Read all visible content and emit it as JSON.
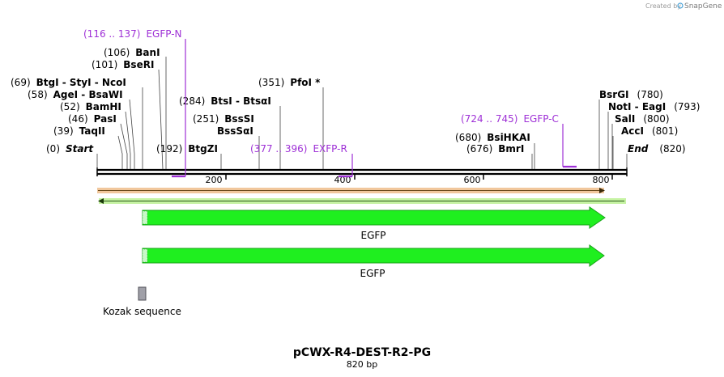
{
  "header": {
    "created_by": "Created by",
    "app_name": "SnapGene"
  },
  "plasmid": {
    "name": "pCWX-R4-DEST-R2-PG",
    "length_label": "820 bp"
  },
  "enzymes": [
    {
      "pos": "(0)",
      "name": "Start",
      "italic": true
    },
    {
      "pos": "(39)",
      "name": "TaqII"
    },
    {
      "pos": "(46)",
      "name": "PasI"
    },
    {
      "pos": "(52)",
      "name": "BamHI"
    },
    {
      "pos": "(58)",
      "name": "AgeI  - BsaWI"
    },
    {
      "pos": "(69)",
      "name": "BtgI  - StyI  - NcoI"
    },
    {
      "pos": "(101)",
      "name": "BseRI"
    },
    {
      "pos": "(106)",
      "name": "BanI"
    },
    {
      "pos": "(192)",
      "name": "BtgZI"
    },
    {
      "pos": "(251)",
      "name": "BssSI"
    },
    {
      "pos": "",
      "name": "BssSαI"
    },
    {
      "pos": "(284)",
      "name": "BtsI  - BtsαI"
    },
    {
      "pos": "(351)",
      "name": "PfoI *"
    },
    {
      "pos": "(676)",
      "name": "BmrI"
    },
    {
      "pos": "(680)",
      "name": "BsiHKAI"
    },
    {
      "pos": "(780)",
      "name": "BsrGI"
    },
    {
      "pos": "(793)",
      "name": "NotI  - EagI"
    },
    {
      "pos": "(800)",
      "name": "SalI"
    },
    {
      "pos": "(801)",
      "name": "AccI"
    },
    {
      "pos": "(820)",
      "name": "End",
      "italic": true
    }
  ],
  "primers": [
    {
      "range": "(116 .. 137)",
      "name": "EGFP-N"
    },
    {
      "range": "(377 .. 396)",
      "name": "EXFP-R"
    },
    {
      "range": "(724 .. 745)",
      "name": "EGFP-C"
    }
  ],
  "ruler": {
    "ticks": [
      "200",
      "400",
      "600",
      "800"
    ]
  },
  "features": [
    {
      "name": "EGFP",
      "color": "#1fef1f"
    },
    {
      "name": "EGFP",
      "color": "#1fef1f"
    },
    {
      "name": "Kozak sequence",
      "color": "#a0a0a8"
    }
  ],
  "colors": {
    "primer": "#9e30d6",
    "backbone": "#000000",
    "orange_arrow": "#e8a15a",
    "green_arrow": "#b8f08c"
  }
}
